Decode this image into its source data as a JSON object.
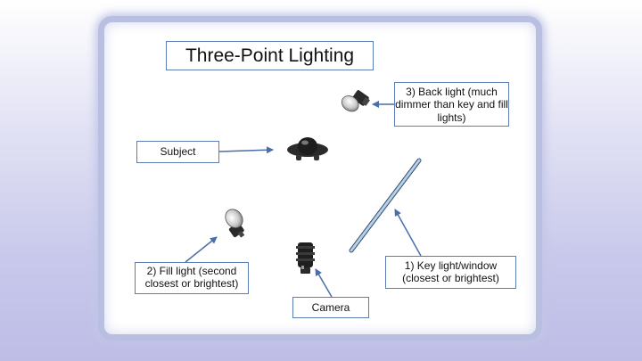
{
  "diagram": {
    "title": "Three-Point Lighting",
    "back_light": "3) Back light (much dimmer than key and fill lights)",
    "subject": "Subject",
    "fill_light": "2) Fill light (second closest or brightest)",
    "key_light": "1) Key light/window (closest or brightest)",
    "camera": "Camera"
  },
  "colors": {
    "border": "#5b7fb5",
    "arrow": "#5b7fb5",
    "frame": "#b8bfe0",
    "window": "#8eb0d8"
  }
}
